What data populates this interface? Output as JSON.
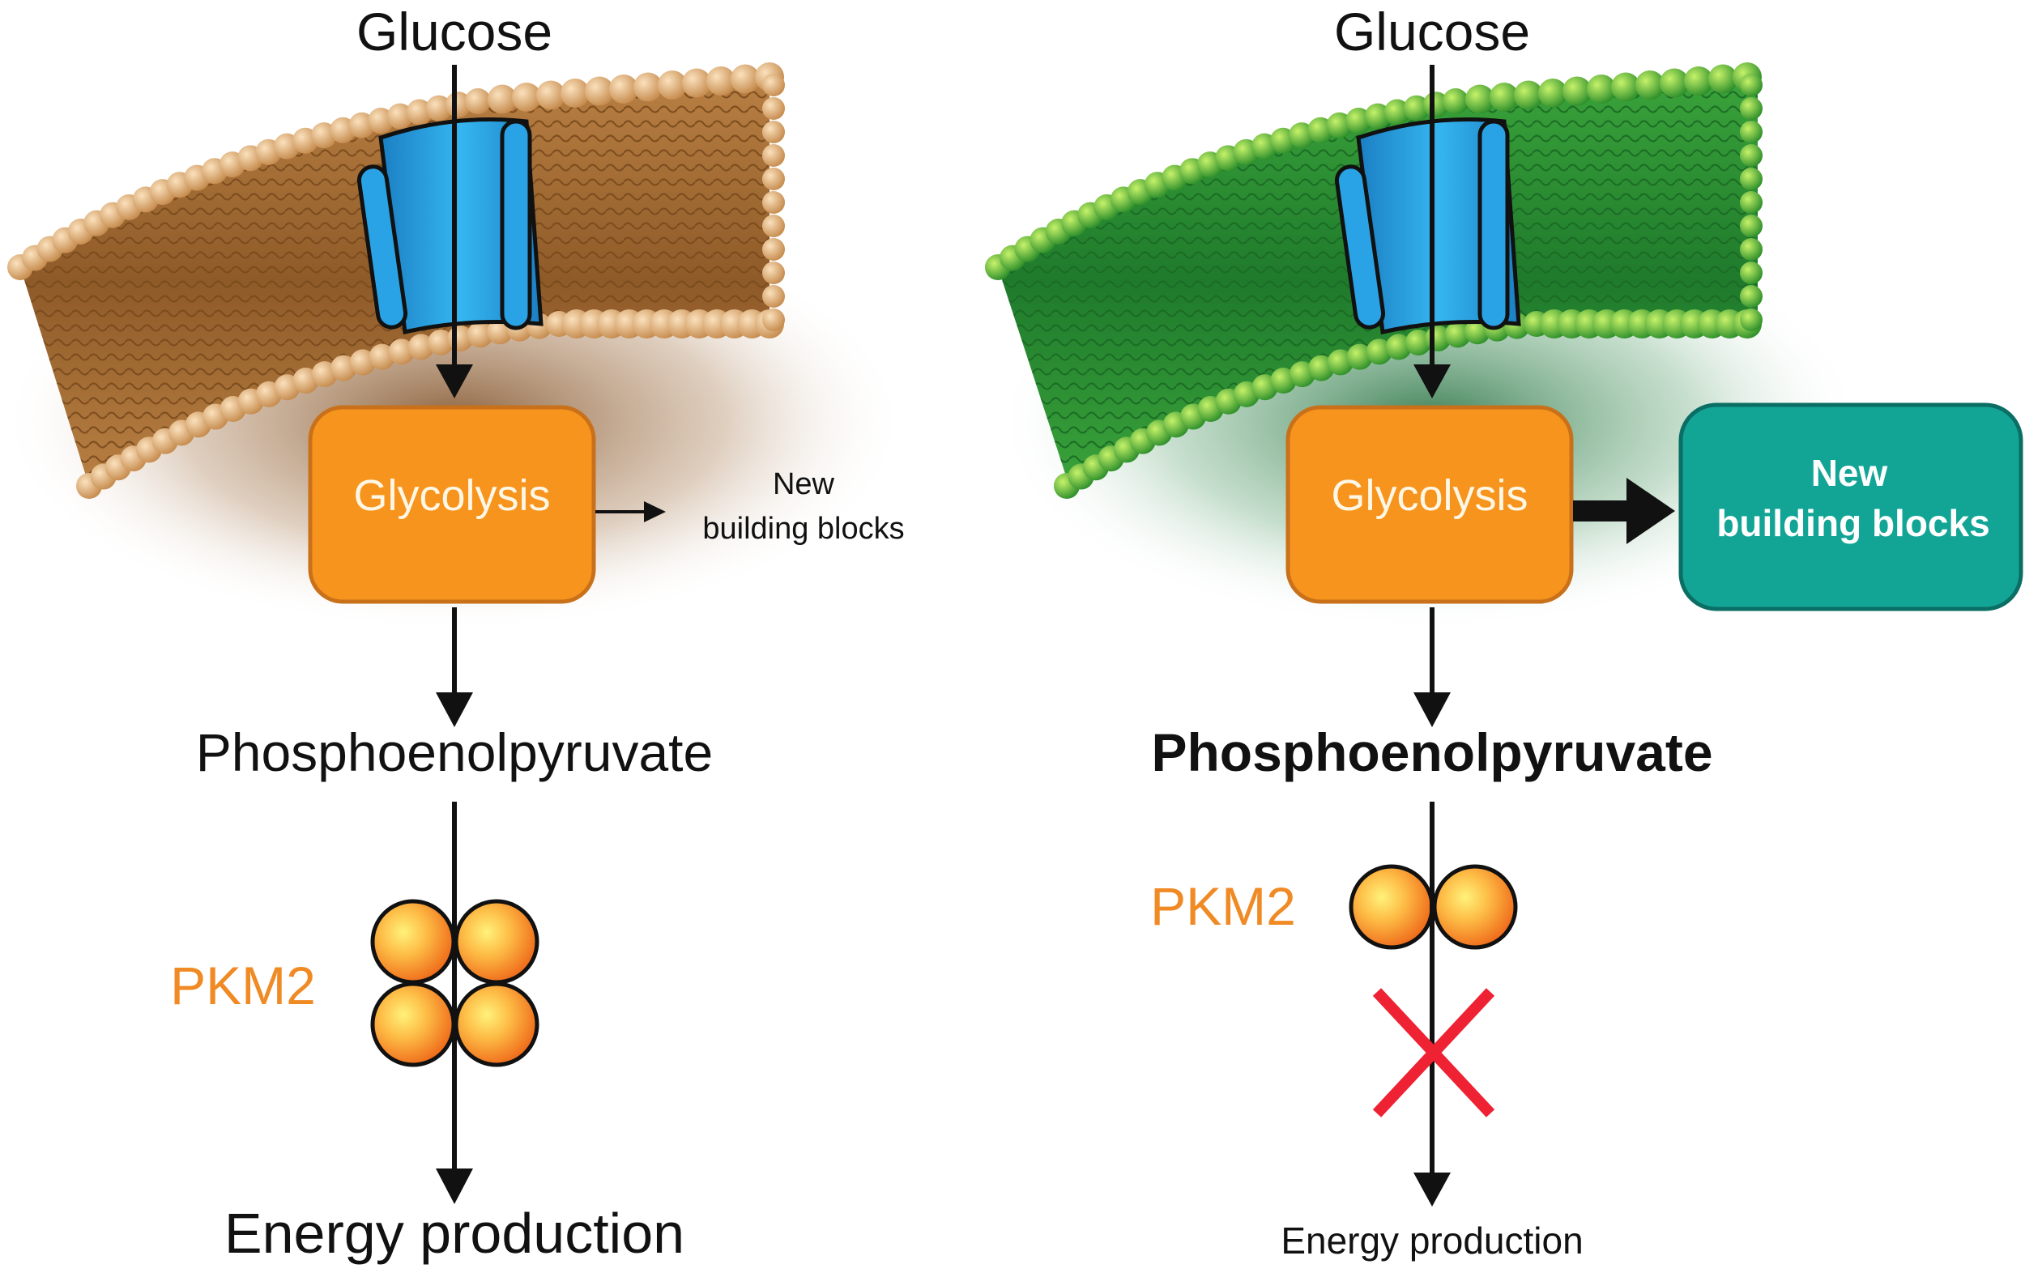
{
  "left_panel": {
    "input_label": "Glucose",
    "process_label": "Glycolysis",
    "side_product_line1": "New",
    "side_product_line2": "building blocks",
    "intermediate_label": "Phosphoenolpyruvate",
    "enzyme_label": "PKM2",
    "enzyme_form": "tetramer",
    "output_label": "Energy production",
    "membrane_color": "#d9a86c",
    "shadow_color": "#7a4a20"
  },
  "right_panel": {
    "input_label": "Glucose",
    "process_label": "Glycolysis",
    "side_product_line1": "New",
    "side_product_line2": "building blocks",
    "intermediate_label": "Phosphoenolpyruvate",
    "enzyme_label": "PKM2",
    "enzyme_form": "dimer",
    "output_label": "Energy production",
    "blocked": true,
    "membrane_color": "#5cc63a",
    "shadow_color": "#1f6b3a"
  },
  "colors": {
    "transporter": "#2aa3e6",
    "glycolysis_box": "#f7941d",
    "glycolysis_border": "#c9711a",
    "building_blocks_box": "#12a596",
    "enzyme_label": "#f08a24",
    "block_cross": "#ee2233"
  }
}
